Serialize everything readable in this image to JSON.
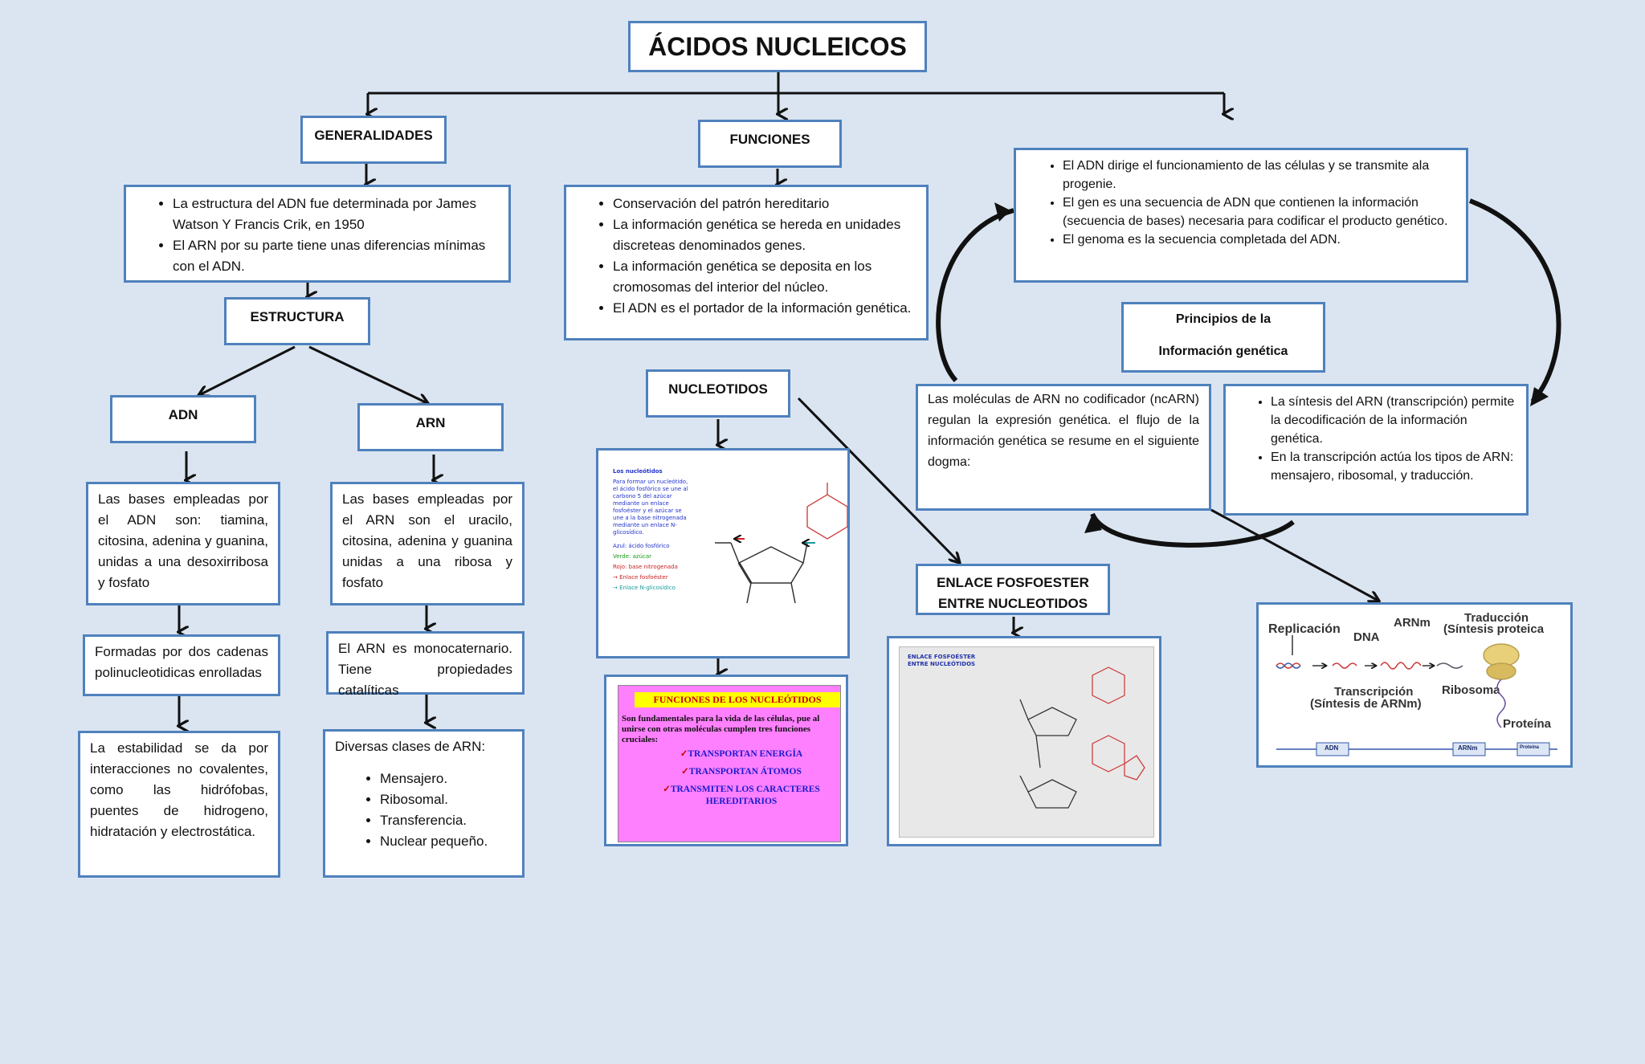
{
  "title": "ÁCIDOS NUCLEICOS",
  "generalidades": {
    "label": "GENERALIDADES",
    "items": [
      "La estructura del ADN fue determinada por James Watson Y Francis Crik, en 1950",
      "El ARN por su parte tiene unas diferencias mínimas con el ADN."
    ]
  },
  "estructura": {
    "label": "ESTRUCTURA"
  },
  "adn": {
    "label": "ADN",
    "bases": "Las bases empleadas por el ADN son: tiamina, citosina, adenina y guanina, unidas a una desoxirribosa y fosfato",
    "cadenas": "Formadas por dos cadenas polinucleotidicas enrolladas",
    "estabilidad": "La estabilidad se da por interacciones no covalentes, como las hidrófobas, puentes de hidrogeno, hidratación y electrostática."
  },
  "arn": {
    "label": "ARN",
    "bases": "Las bases empleadas por el ARN son el uracilo, citosina, adenina y guanina unidas a una ribosa y fosfato",
    "mono": "El ARN es monocaternario. Tiene propiedades catalíticas",
    "clases_intro": "Diversas clases de ARN:",
    "clases": [
      "Mensajero.",
      "Ribosomal.",
      "Transferencia.",
      "Nuclear pequeño."
    ]
  },
  "funciones": {
    "label": "FUNCIONES",
    "items": [
      "Conservación del patrón hereditario",
      "La información genética se hereda en unidades discreteas denominados genes.",
      "La información genética se deposita en los cromosomas del interior del núcleo.",
      "El ADN es el portador de la información genética."
    ]
  },
  "nucleotidos": {
    "label": "NUCLEOTIDOS",
    "img_title": "Los nucleótidos",
    "img_text": "Para formar un nucleótido, el ácido fosfórico se une al carbono 5 del azúcar mediante un enlace fosfoéster y el azúcar se une a la base nitrogenada mediante un enlace N-glicosídico.",
    "legend": [
      "Azul: ácido fosfórico",
      "Verde: azúcar",
      "Rojo: base nitrogenada",
      "Enlace fosfoéster",
      "Enlace N-glicosídico"
    ]
  },
  "funciones_nucleotidos": {
    "title": "FUNCIONES DE LOS NUCLEÓTIDOS",
    "intro": "Son fundamentales para la vida de las células, pue al unirse con otras moléculas cumplen tres funciones cruciales:",
    "items": [
      "TRANSPORTAN ENERGÍA",
      "TRANSPORTAN ÁTOMOS",
      "TRANSMITEN LOS CARACTERES HEREDITARIOS"
    ]
  },
  "enlace": {
    "label": "ENLACE FOSFOESTER ENTRE NUCLEOTIDOS",
    "img_title": "ENLACE FOSFOÉSTER ENTRE NUCLEÓTIDOS"
  },
  "info_adn": {
    "items": [
      "El ADN dirige el funcionamiento de las células y se transmite ala progenie.",
      "El gen es una secuencia de ADN que contienen la información (secuencia de bases) necesaria para codificar el producto genético.",
      "El genoma es la secuencia completada del ADN."
    ]
  },
  "principios": {
    "line1": "Principios de la",
    "line2": "Información genética"
  },
  "ncarn": "Las moléculas de ARN no codificador (ncARN) regulan la expresión genética. el flujo de la información genética se resume en el siguiente dogma:",
  "sintesis": {
    "items": [
      "La síntesis del ARN (transcripción) permite la decodificación de la información genética.",
      "En la transcripción actúa los tipos de ARN: mensajero, ribosomal, y traducción."
    ]
  },
  "dogma": {
    "replicacion": "Replicación",
    "dna": "DNA",
    "arnm": "ARNm",
    "traduccion": "Traducción",
    "traduccion2": "(Síntesis proteica",
    "transcripcion": "Transcripción",
    "transcripcion2": "(Síntesis de ARNm)",
    "ribosoma": "Ribosoma",
    "proteina": "Proteína",
    "bar": [
      "ADN",
      "ARNm",
      "Proteína"
    ]
  },
  "colors": {
    "border": "#4f81bd",
    "background": "#dbe5f1",
    "nucleotidos_bg": "#ff80ff",
    "nucleotidos_title_bg": "#ffff00"
  }
}
